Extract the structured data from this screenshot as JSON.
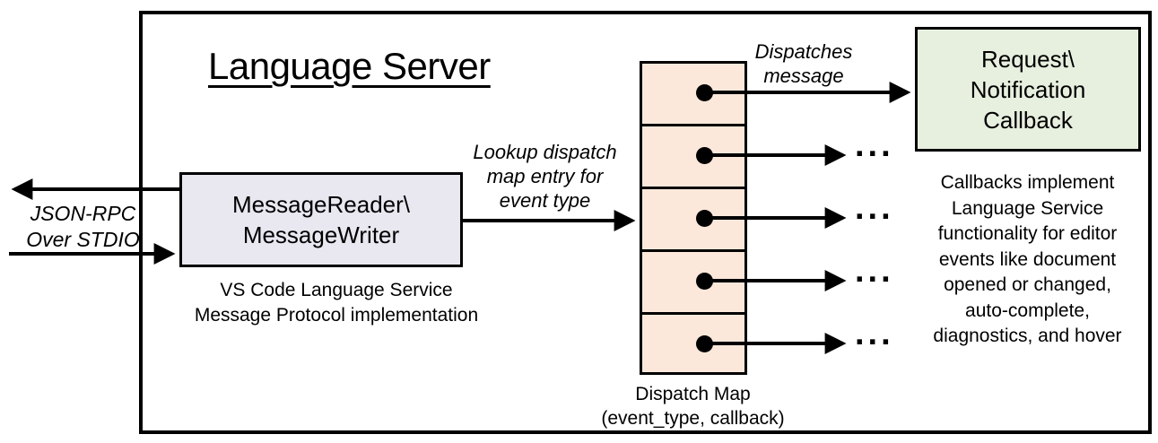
{
  "title": "Language Server",
  "io_label": "JSON-RPC\nOver STDIO",
  "reader": {
    "label": "MessageReader\\\nMessageWriter",
    "caption": "VS Code Language Service\nMessage Protocol implementation"
  },
  "lookup_label": "Lookup dispatch\nmap entry for\nevent type",
  "dispatches_label": "Dispatches\nmessage",
  "dispatch_map": {
    "cell_count": 5,
    "caption": "Dispatch Map\n(event_type, callback)"
  },
  "callback_box": {
    "label": "Request\\\nNotification\nCallback",
    "caption": "Callbacks implement\nLanguage Service\nfunctionality for editor\nevents like document\nopened or changed,\nauto-complete,\ndiagnostics, and hover"
  },
  "ellipsis": "...",
  "colors": {
    "reader_fill": "#E9E7F0",
    "map_fill": "#FBE8DB",
    "callback_fill": "#E7EFDF",
    "line": "#000000"
  }
}
